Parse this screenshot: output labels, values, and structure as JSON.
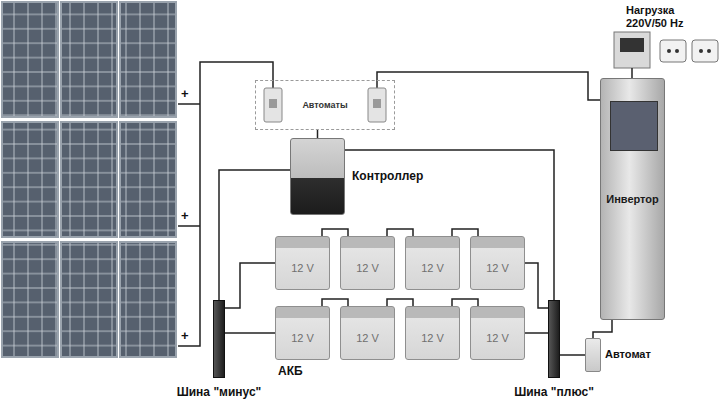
{
  "diagram": {
    "nodes": [
      {
        "text": [
          "Автоматы"
        ]
      },
      {
        "text": [
          "Контроллер"
        ]
      },
      {
        "text": [
          "12 V"
        ]
      },
      {
        "text": [
          "12 V"
        ]
      },
      {
        "text": [
          "12 V"
        ]
      },
      {
        "text": [
          "12 V"
        ]
      },
      {
        "text": [
          "12 V"
        ]
      },
      {
        "text": [
          "12 V"
        ]
      },
      {
        "text": [
          "12 V"
        ]
      },
      {
        "text": [
          "12 V"
        ]
      },
      {
        "text": [
          "Шина \"минус\""
        ]
      },
      {
        "text": [
          "Шина \"плюс\""
        ]
      },
      {
        "text": [
          "Инвертор"
        ]
      },
      {
        "text": [
          "Нагрузка 220V/50 Hz"
        ]
      },
      {
        "text": [
          "Автомат"
        ]
      }
    ],
    "edges": [
      {
        "from": 0,
        "to": 1,
        "arrow": "none"
      },
      {
        "from": 1,
        "to": 10,
        "arrow": "none"
      },
      {
        "from": 1,
        "to": 11,
        "arrow": "none"
      },
      {
        "from": 10,
        "to": 2,
        "arrow": "none"
      },
      {
        "from": 2,
        "to": 3,
        "arrow": "none"
      },
      {
        "from": 3,
        "to": 4,
        "arrow": "none"
      },
      {
        "from": 4,
        "to": 5,
        "arrow": "none"
      },
      {
        "from": 5,
        "to": 11,
        "arrow": "none"
      },
      {
        "from": 10,
        "to": 6,
        "arrow": "none"
      },
      {
        "from": 6,
        "to": 7,
        "arrow": "none"
      },
      {
        "from": 7,
        "to": 8,
        "arrow": "none"
      },
      {
        "from": 8,
        "to": 9,
        "arrow": "none"
      },
      {
        "from": 9,
        "to": 11,
        "arrow": "none"
      },
      {
        "from": 11,
        "to": 14,
        "arrow": "none"
      },
      {
        "from": 14,
        "to": 12,
        "arrow": "none"
      },
      {
        "from": 12,
        "to": 13,
        "arrow": "none"
      }
    ],
    "labels": [
      "АКБ",
      "+",
      "+",
      "+"
    ]
  }
}
